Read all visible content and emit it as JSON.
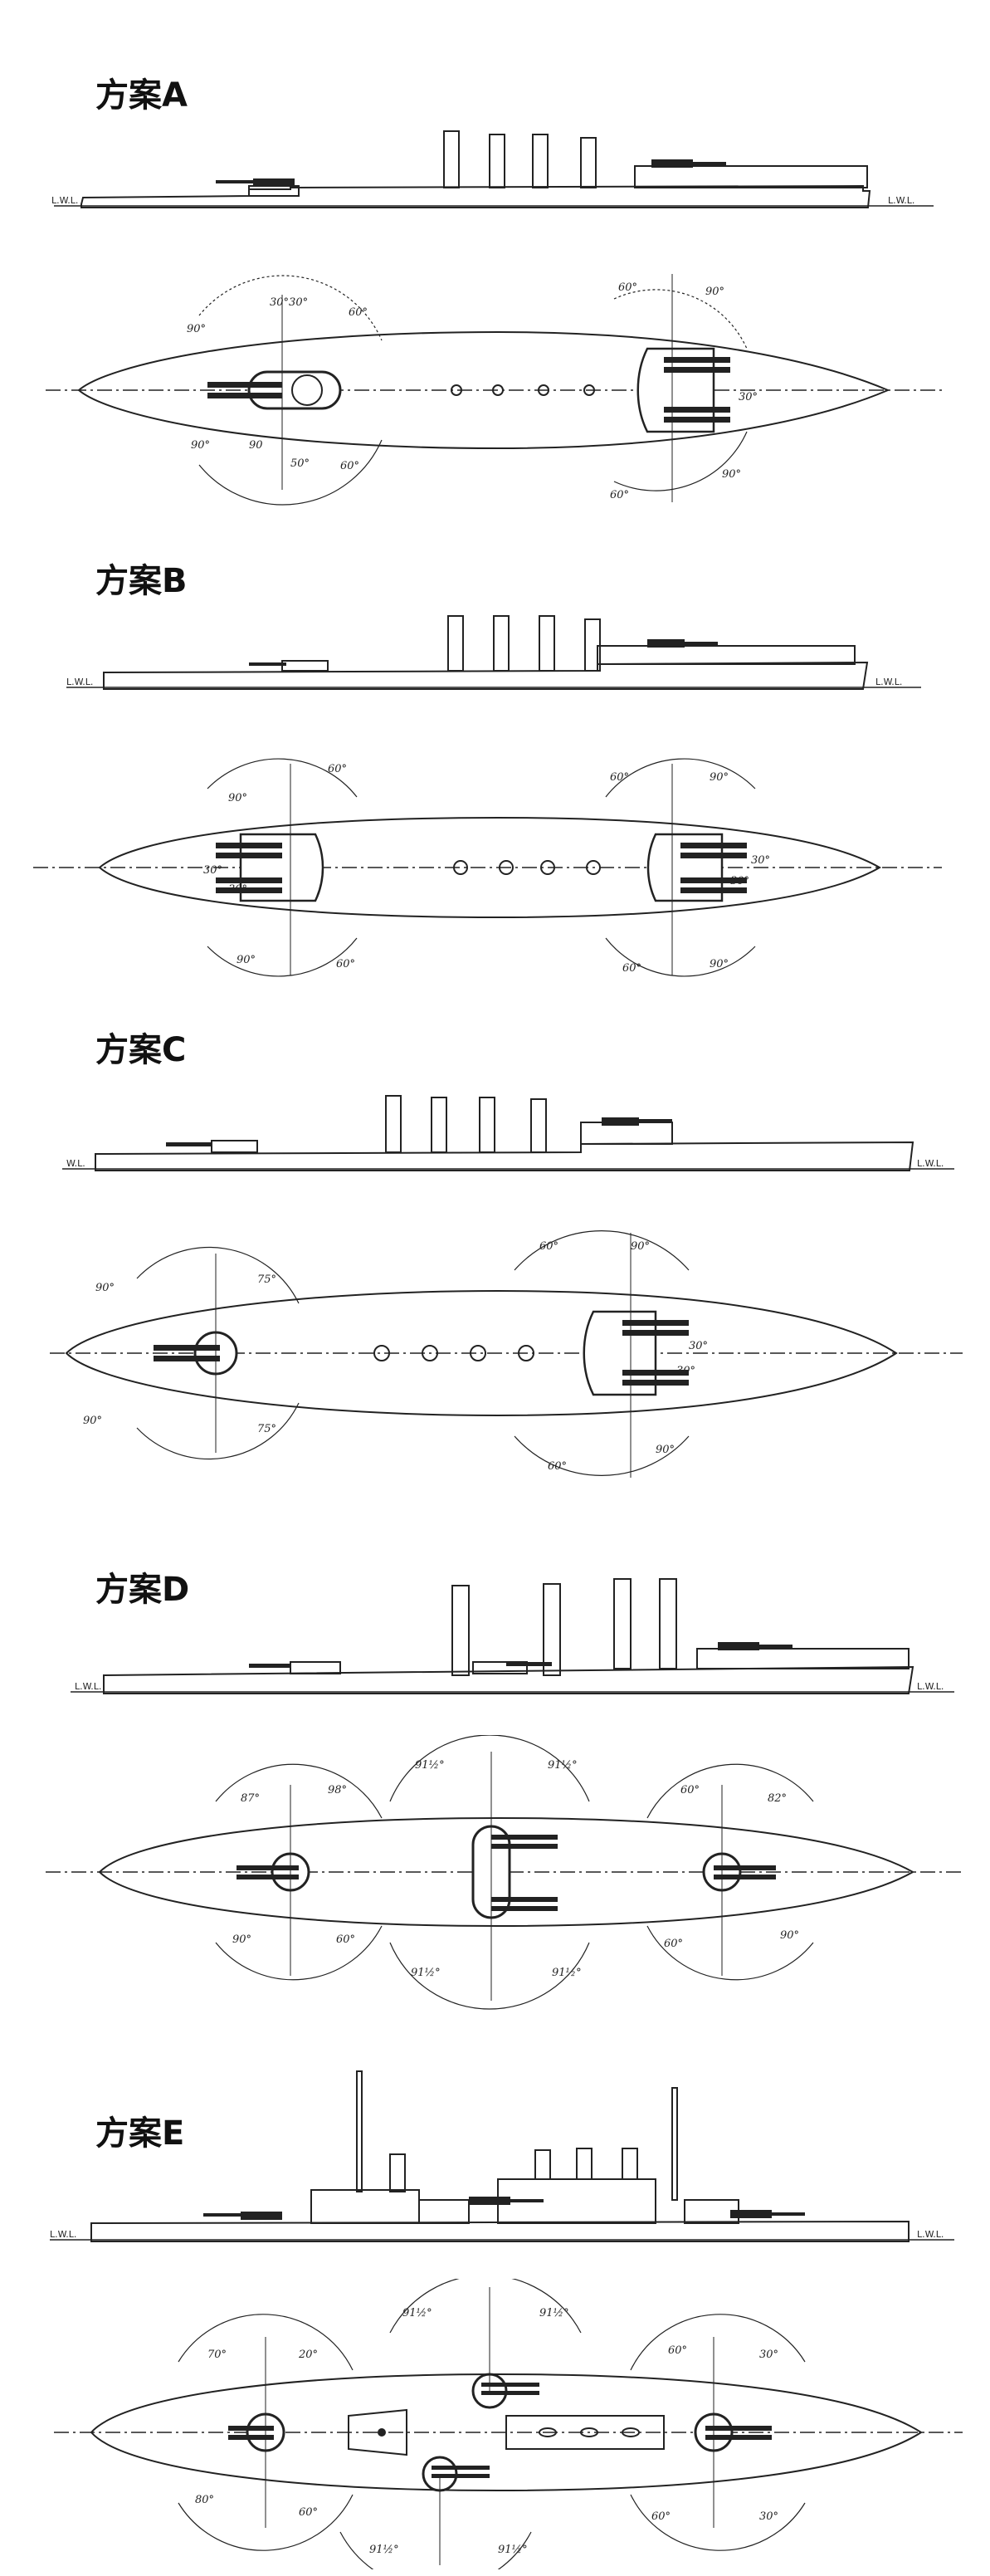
{
  "plans": [
    {
      "title": "方案A",
      "waterline_left": "L.W.L.",
      "waterline_right": "L.W.L.",
      "angle_labels": [
        "90°",
        "90",
        "90°",
        "30°30°",
        "60°",
        "50°",
        "60°",
        "60°",
        "90°",
        "30°",
        "60°",
        "90°"
      ]
    },
    {
      "title": "方案B",
      "waterline_left": "L.W.L.",
      "waterline_right": "L.W.L.",
      "angle_labels": [
        "90°",
        "60°",
        "30°",
        "30°",
        "90°",
        "60°",
        "60°",
        "90°",
        "30°",
        "30°",
        "60°",
        "90°"
      ]
    },
    {
      "title": "方案C",
      "waterline_left": "W.L.",
      "waterline_right": "L.W.L.",
      "angle_labels": [
        "90°",
        "75°",
        "90°",
        "75°",
        "60°",
        "90°",
        "30°",
        "30°",
        "60°",
        "90°"
      ]
    },
    {
      "title": "方案D",
      "waterline_left": "L.W.L.",
      "waterline_right": "L.W.L.",
      "angle_labels": [
        "87°",
        "98°",
        "90°",
        "60°",
        "91½°",
        "91½°",
        "91½°",
        "91½°",
        "60°",
        "82°",
        "60°",
        "90°"
      ]
    },
    {
      "title": "方案E",
      "waterline_left": "L.W.L.",
      "waterline_right": "L.W.L.",
      "angle_labels": [
        "70°",
        "20°",
        "80°",
        "60°",
        "91½°",
        "91½°",
        "91½°",
        "91½°",
        "60°",
        "30°",
        "60°",
        "30°"
      ]
    }
  ]
}
